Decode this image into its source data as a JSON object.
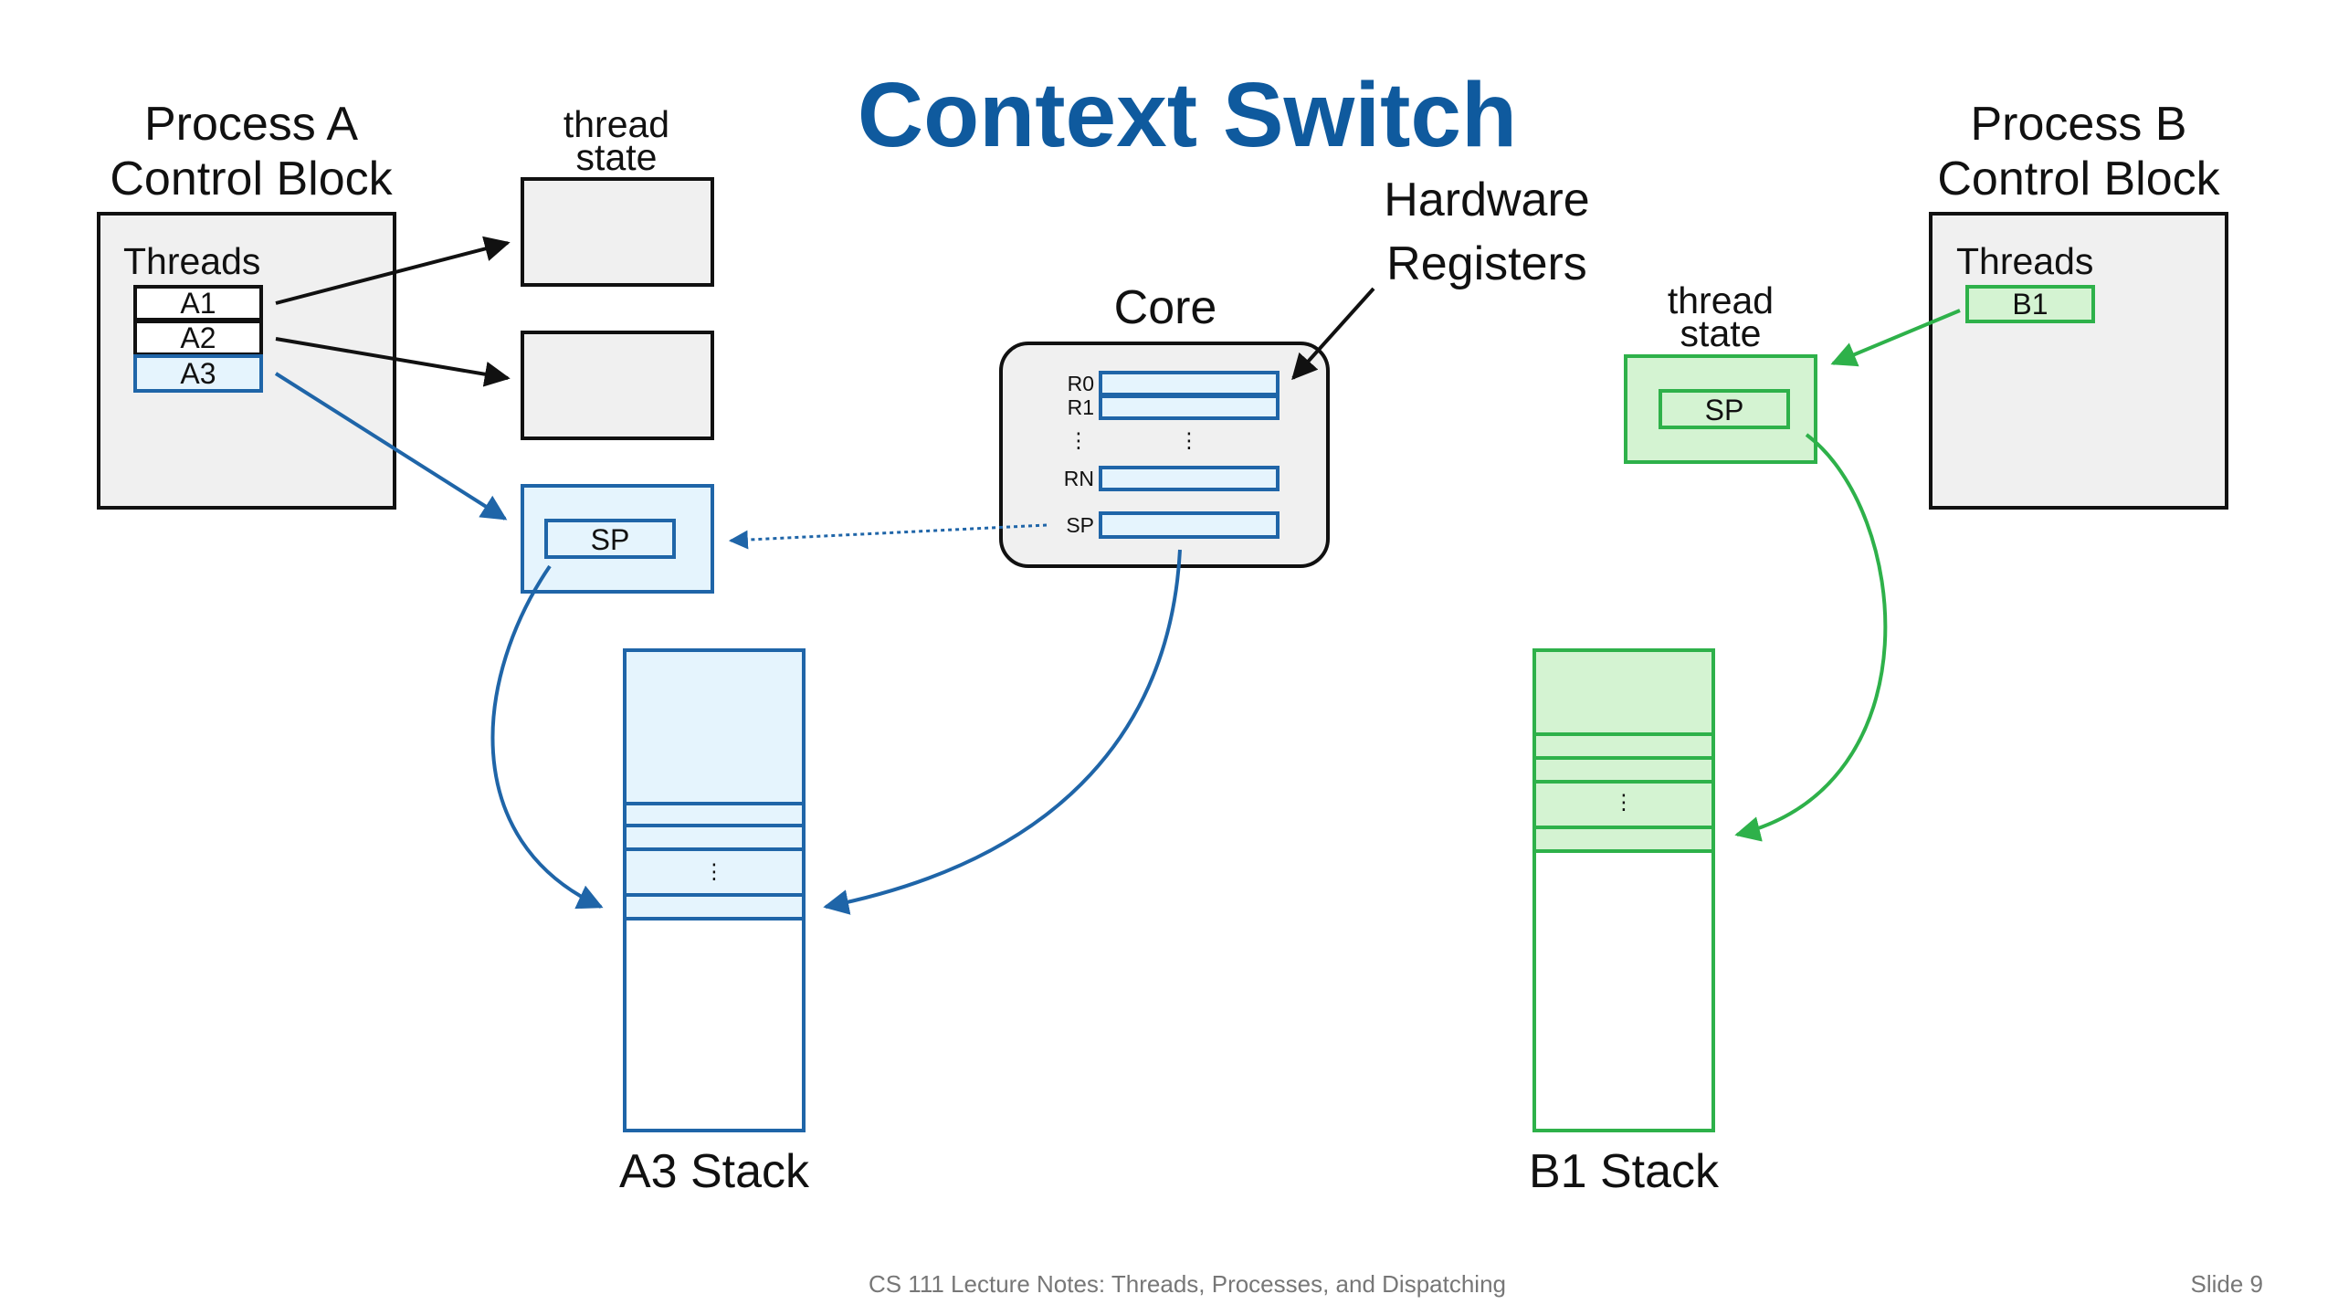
{
  "title": "Context Switch",
  "process_a": {
    "heading_line1": "Process A",
    "heading_line2": "Control Block",
    "threads_label": "Threads",
    "threads": [
      "A1",
      "A2",
      "A3"
    ]
  },
  "process_b": {
    "heading_line1": "Process B",
    "heading_line2": "Control Block",
    "threads_label": "Threads",
    "threads": [
      "B1"
    ]
  },
  "thread_state_a": {
    "line1": "thread",
    "line2": "state",
    "sp_label": "SP"
  },
  "thread_state_b": {
    "line1": "thread",
    "line2": "state",
    "sp_label": "SP"
  },
  "core": {
    "label": "Core",
    "hw_line1": "Hardware",
    "hw_line2": "Registers",
    "registers": [
      "R0",
      "R1",
      "RN",
      "SP"
    ],
    "ellipsis": "⋮"
  },
  "stacks": {
    "a3_label": "A3 Stack",
    "b1_label": "B1 Stack",
    "ellipsis": "⋮"
  },
  "footer": {
    "text": "CS 111 Lecture Notes: Threads, Processes, and Dispatching",
    "slide": "Slide 9"
  },
  "colors": {
    "title": "#0f5a9e",
    "blue": "#1f65a8",
    "blue_fill": "#e5f4fd",
    "green": "#2eb14a",
    "green_fill": "#d4f3d2",
    "gray_fill": "#f0f0f0",
    "black": "#111111"
  }
}
